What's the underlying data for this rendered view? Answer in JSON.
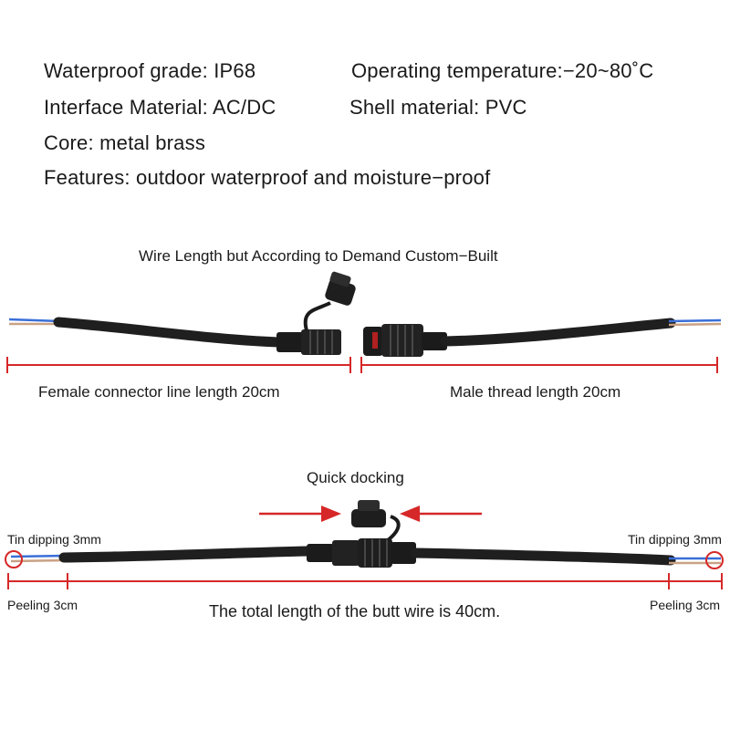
{
  "specs": {
    "waterproof": "Waterproof grade: IP68",
    "temperature": "Operating temperature:−20~80˚C",
    "interface": "Interface Material: AC/DC",
    "shell": "Shell material: PVC",
    "core": "Core: metal brass",
    "features": "Features: outdoor waterproof and moisture−proof"
  },
  "top_section": {
    "caption": "Wire Length but According to Demand Custom−Built",
    "female_length": "Female connector line length 20cm",
    "male_length": "Male thread length 20cm"
  },
  "bottom_section": {
    "docking": "Quick docking",
    "tin_left": "Tin dipping 3mm",
    "tin_right": "Tin dipping 3mm",
    "peeling_left": "Peeling 3cm",
    "peeling_right": "Peeling 3cm",
    "total_length": "The total length of the butt wire is 40cm."
  },
  "colors": {
    "dimension_line": "#d62828",
    "cable": "#1f1f1f",
    "wire_blue": "#3a6fd8",
    "wire_brown": "#a0704a"
  }
}
